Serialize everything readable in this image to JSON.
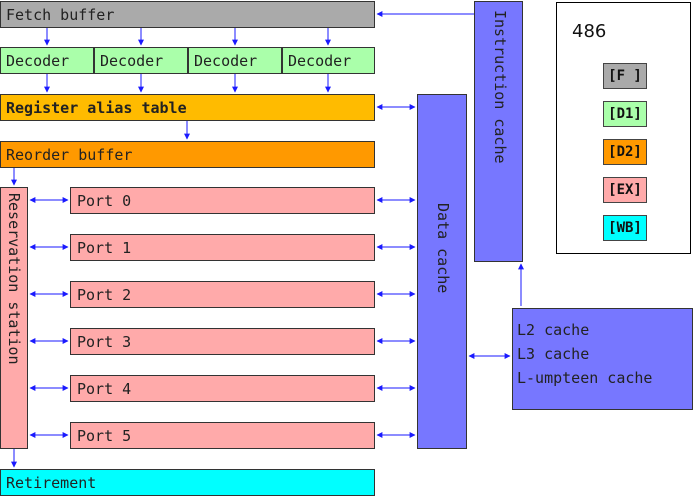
{
  "colors": {
    "fetch": "#aaaaaa",
    "decode": "#aaffaa",
    "alias": "#ffbb00",
    "reorder": "#ff9900",
    "execute": "#ffaaaa",
    "writeback": "#00ffff",
    "cache": "#7777ff",
    "arrow": "#1a1aff"
  },
  "pipeline": {
    "fetch_buffer": "Fetch buffer",
    "decoders": [
      "Decoder",
      "Decoder",
      "Decoder",
      "Decoder"
    ],
    "register_alias_table": "Register alias table",
    "reorder_buffer": "Reorder buffer",
    "reservation_station": "Reservation station",
    "ports": [
      "Port 0",
      "Port 1",
      "Port 2",
      "Port 3",
      "Port 4",
      "Port 5"
    ],
    "retirement": "Retirement"
  },
  "caches": {
    "instruction_cache": "Instruction cache",
    "data_cache": "Data cache",
    "outer_caches": [
      "L2 cache",
      "L3 cache",
      "L-umpteen cache"
    ]
  },
  "legend": {
    "title": "486",
    "items": [
      {
        "label": "[F ]",
        "color": "#aaaaaa"
      },
      {
        "label": "[D1]",
        "color": "#aaffaa"
      },
      {
        "label": "[D2]",
        "color": "#ff9900"
      },
      {
        "label": "[EX]",
        "color": "#ffaaaa"
      },
      {
        "label": "[WB]",
        "color": "#00ffff"
      }
    ]
  }
}
